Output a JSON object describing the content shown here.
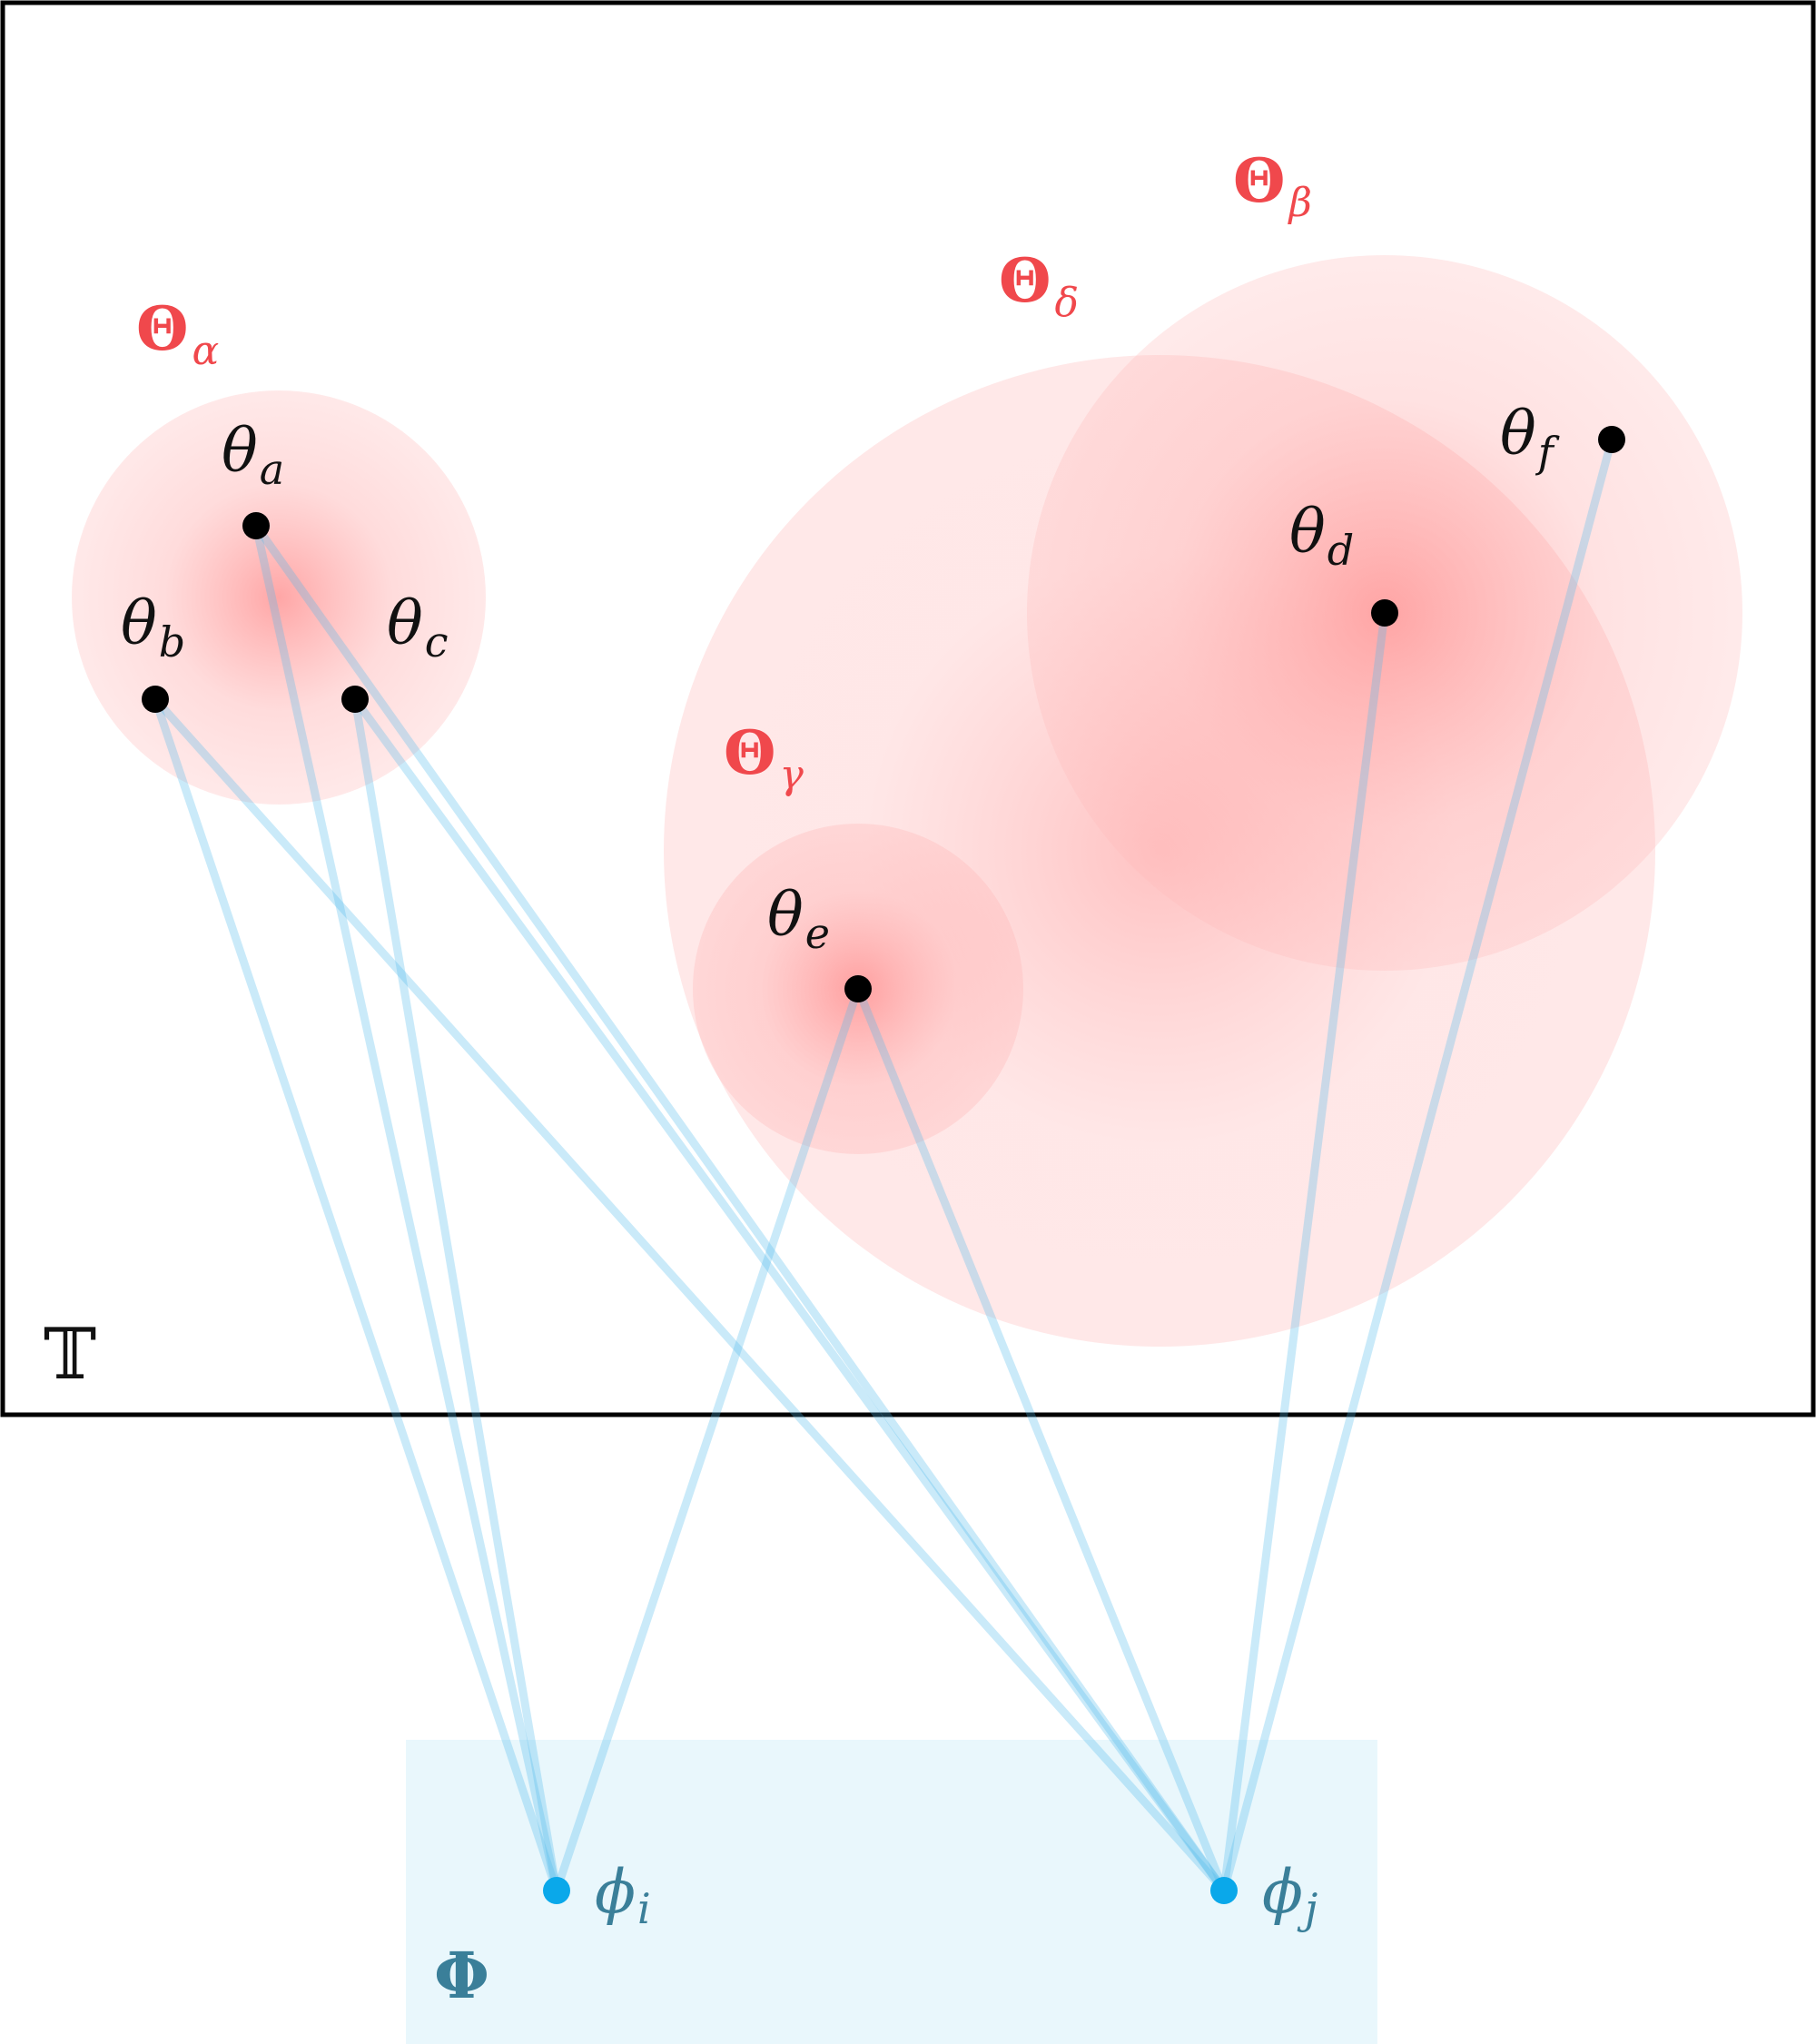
{
  "frame_label": "𝕋",
  "region_labels": {
    "alpha": {
      "main": "Θ",
      "sub": "α"
    },
    "beta": {
      "main": "Θ",
      "sub": "β"
    },
    "gamma": {
      "main": "Θ",
      "sub": "γ"
    },
    "delta": {
      "main": "Θ",
      "sub": "δ"
    }
  },
  "point_labels": {
    "a": {
      "main": "θ",
      "sub": "a"
    },
    "b": {
      "main": "θ",
      "sub": "b"
    },
    "c": {
      "main": "θ",
      "sub": "c"
    },
    "d": {
      "main": "θ",
      "sub": "d"
    },
    "e": {
      "main": "θ",
      "sub": "e"
    },
    "f": {
      "main": "θ",
      "sub": "f"
    }
  },
  "phi_labels": {
    "i": {
      "main": "ϕ",
      "sub": "i"
    },
    "j": {
      "main": "ϕ",
      "sub": "j"
    }
  },
  "phi_space_label": "Φ",
  "colors": {
    "region": "#ff6b6b",
    "region_label": "#f0484c",
    "link": "#4fb9ea",
    "phi_point": "#0aa8ea",
    "phi_box": "#e9f7fc",
    "phi_label": "#3a7f99",
    "point": "#000000"
  },
  "links": [
    [
      "i",
      "a"
    ],
    [
      "i",
      "b"
    ],
    [
      "i",
      "c"
    ],
    [
      "i",
      "e"
    ],
    [
      "j",
      "a"
    ],
    [
      "j",
      "b"
    ],
    [
      "j",
      "c"
    ],
    [
      "j",
      "d"
    ],
    [
      "j",
      "e"
    ],
    [
      "j",
      "f"
    ]
  ]
}
